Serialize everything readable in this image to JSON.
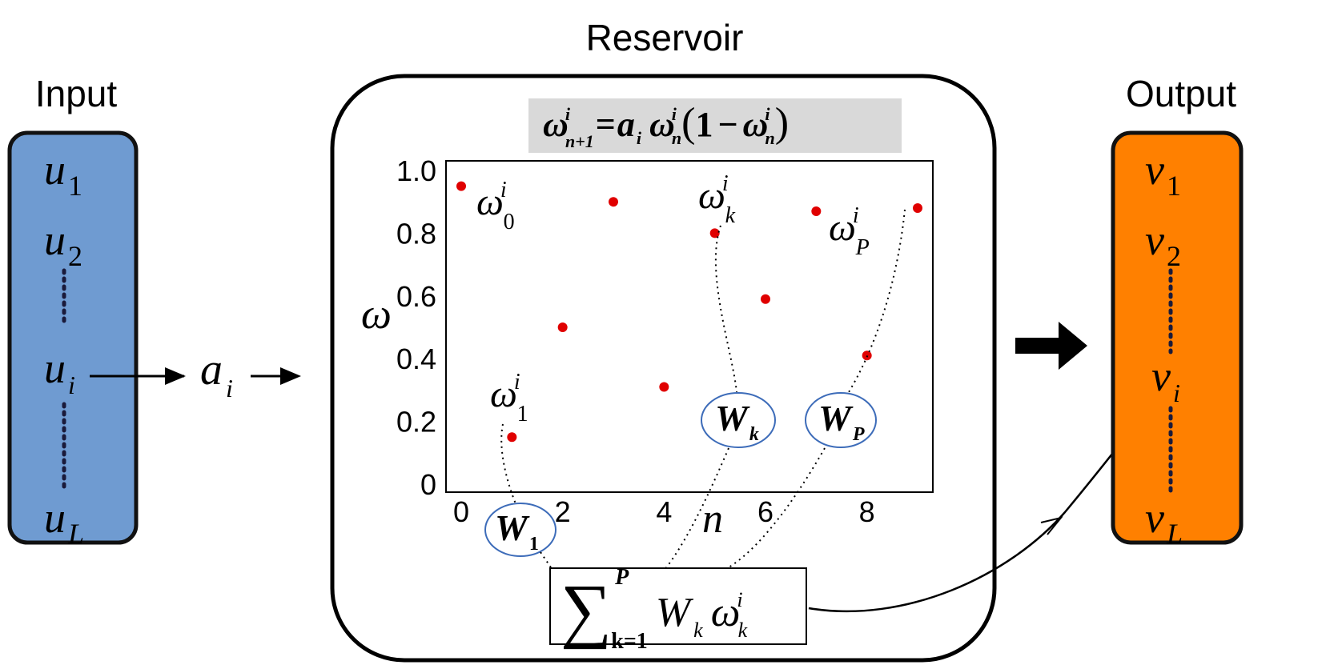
{
  "titles": {
    "input": "Input",
    "reservoir": "Reservoir",
    "output": "Output"
  },
  "colors": {
    "input_fill": "#6f9bd1",
    "input_stroke": "#111111",
    "output_fill": "#ff8000",
    "output_stroke": "#111111",
    "formula_bg": "#d9d9d9",
    "point": "#e00000",
    "weight_circle": "#3d6cb9"
  },
  "input_items": [
    {
      "base": "u",
      "sub": "1"
    },
    {
      "base": "u",
      "sub": "2"
    },
    {
      "base": "u",
      "sub": "i"
    },
    {
      "base": "u",
      "sub": "L"
    }
  ],
  "output_items": [
    {
      "base": "v",
      "sub": "1"
    },
    {
      "base": "v",
      "sub": "2"
    },
    {
      "base": "v",
      "sub": "i"
    },
    {
      "base": "v",
      "sub": "L"
    }
  ],
  "param_label": {
    "base": "a",
    "sub": "i"
  },
  "formula": {
    "lhs_base": "ω",
    "lhs_sub": "n+1",
    "lhs_sup": "i",
    "eq": "=",
    "a_base": "a",
    "a_sub": "i",
    "w_base": "ω",
    "w_sub": "n",
    "w_sup": "i",
    "open": "(",
    "one": "1",
    "minus": "−",
    "w2_base": "ω",
    "w2_sub": "n",
    "w2_sup": "i",
    "close": ")"
  },
  "chart_data": {
    "type": "scatter",
    "xlabel": "n",
    "ylabel": "ω",
    "xlim": [
      -0.3,
      9.3
    ],
    "ylim": [
      0,
      1.0
    ],
    "x_ticks": [
      "0",
      "2",
      "4",
      "6",
      "8"
    ],
    "y_ticks": [
      "1.0",
      "0.8",
      "0.6",
      "0.4",
      "0.2",
      "0"
    ],
    "points": [
      {
        "x": 0,
        "y": 0.95
      },
      {
        "x": 1,
        "y": 0.15
      },
      {
        "x": 2,
        "y": 0.5
      },
      {
        "x": 3,
        "y": 0.9
      },
      {
        "x": 4,
        "y": 0.31
      },
      {
        "x": 5,
        "y": 0.8
      },
      {
        "x": 6,
        "y": 0.59
      },
      {
        "x": 7,
        "y": 0.87
      },
      {
        "x": 8,
        "y": 0.41
      },
      {
        "x": 9,
        "y": 0.88
      }
    ],
    "annotations": [
      {
        "base": "ω",
        "sub": "0",
        "sup": "i"
      },
      {
        "base": "ω",
        "sub": "1",
        "sup": "i"
      },
      {
        "base": "ω",
        "sub": "k",
        "sup": "i"
      },
      {
        "base": "ω",
        "sub": "P",
        "sup": "i"
      }
    ],
    "weights": [
      {
        "base": "W",
        "sub": "1"
      },
      {
        "base": "W",
        "sub": "k"
      },
      {
        "base": "W",
        "sub": "P"
      }
    ]
  },
  "sum": {
    "symbol": "∑",
    "upper": "P",
    "lower": "k=1",
    "w_base": "W",
    "w_sub": "k",
    "o_base": "ω",
    "o_sub": "k",
    "o_sup": "i"
  }
}
